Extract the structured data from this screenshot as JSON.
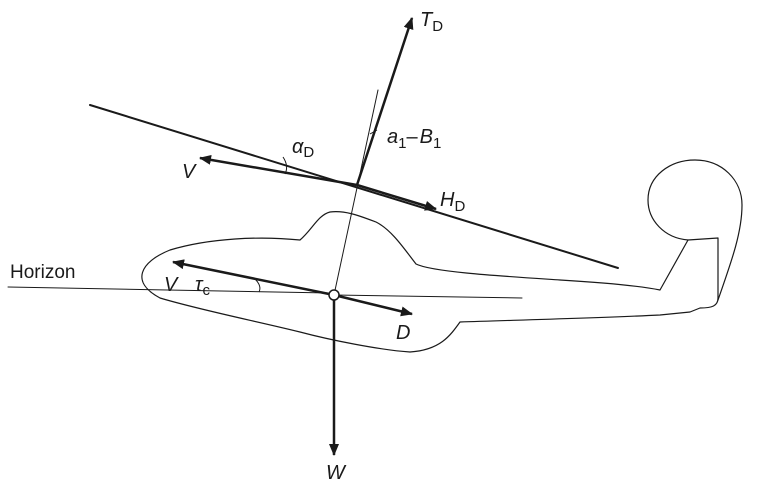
{
  "labels": {
    "thrust": {
      "main": "T",
      "sub": "D"
    },
    "drag_h": {
      "main": "H",
      "sub": "D"
    },
    "angle_alpha": {
      "main": "α",
      "sub": "D"
    },
    "flapping": {
      "a": "a",
      "a_sub": "1",
      "dash": "–",
      "b": "B",
      "b_sub": "1"
    },
    "velocity_upper": "V",
    "velocity_lower": "V",
    "angle_tau": {
      "main": "τ",
      "sub": "c"
    },
    "fuselage_drag": "D",
    "weight": "W",
    "horizon": "Horizon"
  },
  "colors": {
    "ink": "#1a1a1a",
    "background": "#ffffff"
  }
}
